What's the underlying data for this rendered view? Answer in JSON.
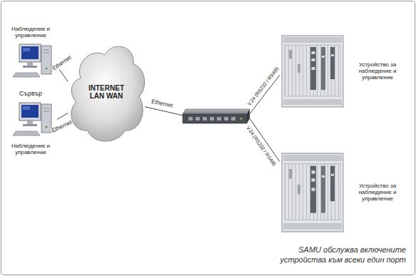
{
  "diagram": {
    "caption": "SAMU обслужва включените устройства към всеки един порт",
    "nodes": [
      {
        "text": [
          "Наблюдение и управление"
        ]
      },
      {
        "text": [
          "Сървър",
          "Наблюдение и управление"
        ]
      },
      {
        "text": [
          "INTERNET LAN WAN"
        ]
      },
      {
        "text": []
      },
      {
        "text": [
          "Устройство за наблюдение и управление"
        ]
      },
      {
        "text": [
          "Устройство за наблюдение и управление"
        ]
      }
    ],
    "edges": [
      {
        "from": 0,
        "to": 2,
        "label": "Ethernet",
        "arrow": "none"
      },
      {
        "from": 1,
        "to": 2,
        "label": "Ethernet",
        "arrow": "none"
      },
      {
        "from": 2,
        "to": 3,
        "label": "Ethernet",
        "arrow": "none"
      },
      {
        "from": 3,
        "to": 4,
        "label": "V.24 (RS232 / RS485",
        "arrow": "none"
      },
      {
        "from": 3,
        "to": 5,
        "label": "V.24 (RS232 / RS485",
        "arrow": "none"
      }
    ]
  }
}
